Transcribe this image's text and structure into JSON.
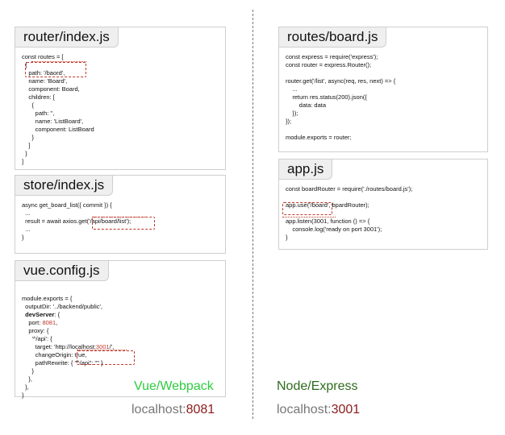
{
  "left": {
    "router": {
      "title": "router/index.js",
      "code": "const routes = [\n  {\n    path: '/baord',\n    name: 'Board',\n    component: Board,\n    children: [\n      {\n        path: '',\n        name: 'ListBoard',\n        component: ListBoard\n      }\n    ]\n  }\n]"
    },
    "store": {
      "title": "store/index.js",
      "code": "async get_board_list({ commit }) {\n  ...\n  result = await axios.get('/api/board/list');\n  ...\n}"
    },
    "vue_config": {
      "title": "vue.config.js",
      "line1": "module.exports = {",
      "line2": "  outputDir: '../backend/public',",
      "dev_server_key": "devServer",
      "dev_server_rest": ": {",
      "port_key": "    port: ",
      "port_value": "8081",
      "port_tail": ",",
      "proxy_open": "    proxy: {",
      "api_key": "      '^/api': {",
      "target_pre": "        target: 'http://localhost:",
      "target_port": "3001",
      "target_post": "/',",
      "change_origin": "        changeOrigin: true,",
      "path_rewrite": "        pathRewrite: { \"^/api\": \"\" }",
      "close_inner": "      }",
      "close_proxy": "    },",
      "close_dev": "  },",
      "close_all": "}"
    },
    "label": "Vue/Webpack",
    "host": "localhost:",
    "port": "8081"
  },
  "right": {
    "routes_board": {
      "title": "routes/board.js",
      "code": "const express = require('express');\nconst router = express.Router();\n\nrouter.get('/list', async(req, res, next) => {\n    ...\n    return res.status(200).json({\n        data: data\n    });\n});\n\nmodule.exports = router;"
    },
    "app": {
      "title": "app.js",
      "code": "const boardRouter = require('./routes/board.js');\n\napp.use('/board', bpardRouter);\n\napp.listen(3001, function () => {\n    console.log('ready on port 3001');\n}"
    },
    "label": "Node/Express",
    "host": "localhost:",
    "port": "3001"
  },
  "colors": {
    "vue_label": "#2ecc40",
    "node_label": "#2e6b1f",
    "port": "#8b1a1a",
    "highlight": "#c0392b"
  }
}
